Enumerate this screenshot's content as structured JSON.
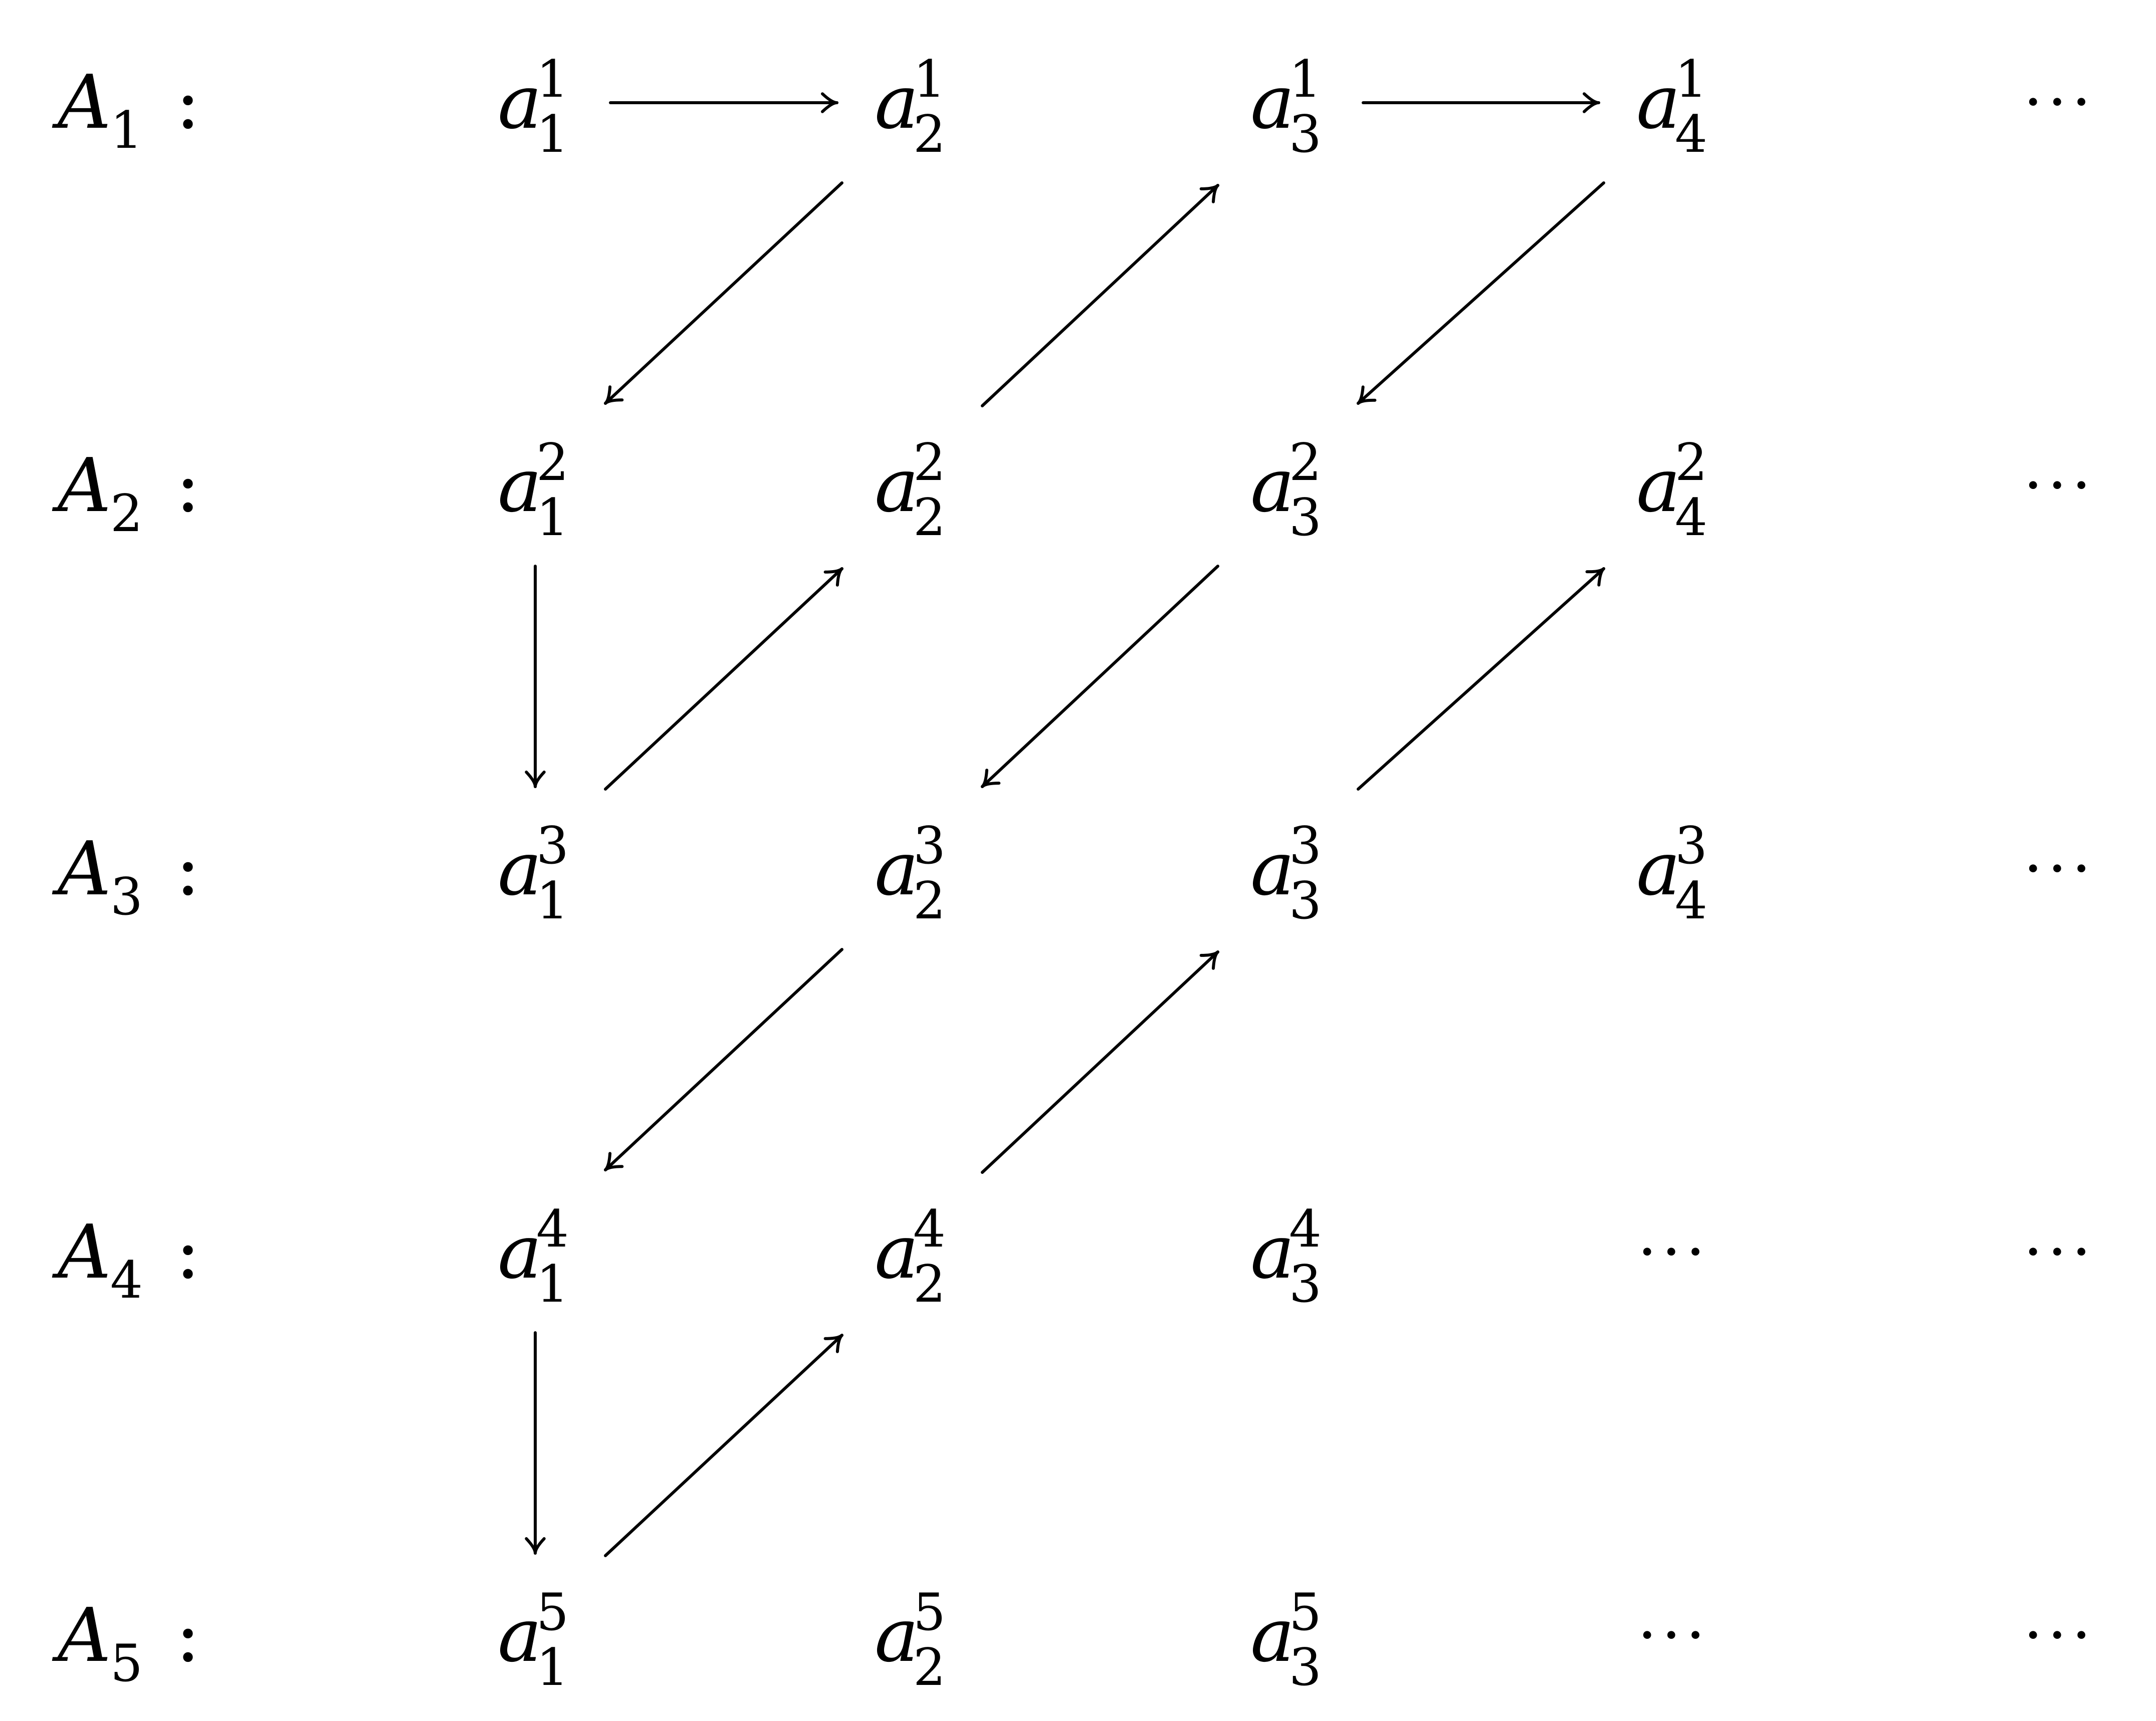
{
  "rows": [
    {
      "label": {
        "base": "A",
        "sub": "1",
        "colon": ":"
      },
      "cells": [
        {
          "kind": "var",
          "base": "a",
          "sub": "1",
          "sup": "1"
        },
        {
          "kind": "var",
          "base": "a",
          "sub": "2",
          "sup": "1"
        },
        {
          "kind": "var",
          "base": "a",
          "sub": "3",
          "sup": "1"
        },
        {
          "kind": "var",
          "base": "a",
          "sub": "4",
          "sup": "1"
        },
        {
          "kind": "dots",
          "text": "···"
        }
      ]
    },
    {
      "label": {
        "base": "A",
        "sub": "2",
        "colon": ":"
      },
      "cells": [
        {
          "kind": "var",
          "base": "a",
          "sub": "1",
          "sup": "2"
        },
        {
          "kind": "var",
          "base": "a",
          "sub": "2",
          "sup": "2"
        },
        {
          "kind": "var",
          "base": "a",
          "sub": "3",
          "sup": "2"
        },
        {
          "kind": "var",
          "base": "a",
          "sub": "4",
          "sup": "2"
        },
        {
          "kind": "dots",
          "text": "···"
        }
      ]
    },
    {
      "label": {
        "base": "A",
        "sub": "3",
        "colon": ":"
      },
      "cells": [
        {
          "kind": "var",
          "base": "a",
          "sub": "1",
          "sup": "3"
        },
        {
          "kind": "var",
          "base": "a",
          "sub": "2",
          "sup": "3"
        },
        {
          "kind": "var",
          "base": "a",
          "sub": "3",
          "sup": "3"
        },
        {
          "kind": "var",
          "base": "a",
          "sub": "4",
          "sup": "3"
        },
        {
          "kind": "dots",
          "text": "···"
        }
      ]
    },
    {
      "label": {
        "base": "A",
        "sub": "4",
        "colon": ":"
      },
      "cells": [
        {
          "kind": "var",
          "base": "a",
          "sub": "1",
          "sup": "4"
        },
        {
          "kind": "var",
          "base": "a",
          "sub": "2",
          "sup": "4"
        },
        {
          "kind": "var",
          "base": "a",
          "sub": "3",
          "sup": "4"
        },
        {
          "kind": "dots",
          "text": "···"
        },
        {
          "kind": "dots",
          "text": "···"
        }
      ]
    },
    {
      "label": {
        "base": "A",
        "sub": "5",
        "colon": ":"
      },
      "cells": [
        {
          "kind": "var",
          "base": "a",
          "sub": "1",
          "sup": "5"
        },
        {
          "kind": "var",
          "base": "a",
          "sub": "2",
          "sup": "5"
        },
        {
          "kind": "var",
          "base": "a",
          "sub": "3",
          "sup": "5"
        },
        {
          "kind": "dots",
          "text": "···"
        },
        {
          "kind": "dots",
          "text": "···"
        }
      ]
    }
  ],
  "arrows": [
    {
      "from": [
        1,
        1
      ],
      "to": [
        1,
        2
      ]
    },
    {
      "from": [
        1,
        2
      ],
      "to": [
        2,
        1
      ]
    },
    {
      "from": [
        2,
        1
      ],
      "to": [
        3,
        1
      ]
    },
    {
      "from": [
        3,
        1
      ],
      "to": [
        2,
        2
      ]
    },
    {
      "from": [
        2,
        2
      ],
      "to": [
        1,
        3
      ]
    },
    {
      "from": [
        1,
        3
      ],
      "to": [
        1,
        4
      ]
    },
    {
      "from": [
        1,
        4
      ],
      "to": [
        2,
        3
      ]
    },
    {
      "from": [
        2,
        3
      ],
      "to": [
        3,
        2
      ]
    },
    {
      "from": [
        3,
        2
      ],
      "to": [
        4,
        1
      ]
    },
    {
      "from": [
        4,
        1
      ],
      "to": [
        5,
        1
      ]
    },
    {
      "from": [
        5,
        1
      ],
      "to": [
        4,
        2
      ]
    },
    {
      "from": [
        4,
        2
      ],
      "to": [
        3,
        3
      ]
    },
    {
      "from": [
        3,
        3
      ],
      "to": [
        2,
        4
      ]
    }
  ]
}
